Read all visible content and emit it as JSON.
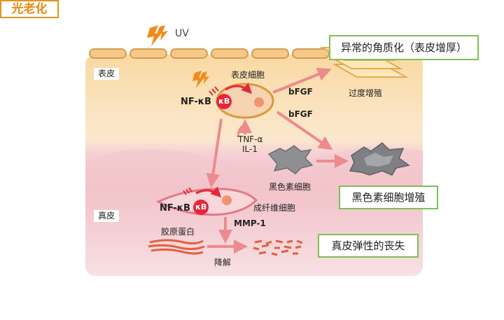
{
  "title": "光老化",
  "uv_label": "UV",
  "layers": {
    "epidermis": "表皮",
    "dermis": "真皮"
  },
  "cells": {
    "keratinocyte": "表皮細胞",
    "melanocyte": "黑色素细胞",
    "fibroblast": "成纤维细胞",
    "collagen": "胶原蛋白"
  },
  "factors": {
    "nfkb_top": "NF-κB",
    "nfkb_bottom": "NF-κB",
    "kb_top": "κB",
    "kb_bottom": "κB",
    "bfgf_1": "bFGF",
    "bfgf_2": "bFGF",
    "tnf": "TNF-α",
    "il1": "IL-1",
    "mmp1": "MMP-1"
  },
  "process": {
    "degradation": "降解",
    "hyperplasia": "过度增殖"
  },
  "outcomes": {
    "abnormal_keratinization": "异常的角质化（表皮增厚）",
    "melanocyte_proliferation": "黑色素细胞增殖",
    "elasticity_loss": "真皮弹性的丧失"
  },
  "colors": {
    "title_orange": "#e8890f",
    "box_green": "#7dbf55",
    "arrow_pink": "#ec8b8e",
    "nfkb_red": "#e4283a"
  }
}
